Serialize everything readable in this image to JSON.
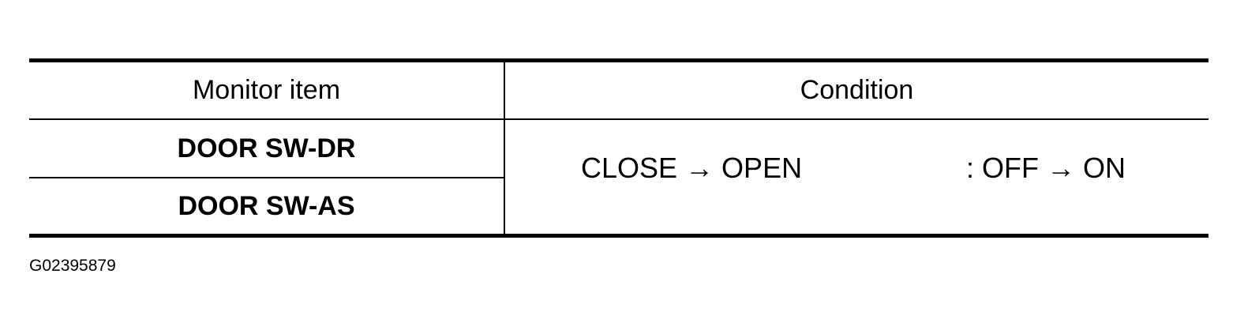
{
  "table": {
    "headers": {
      "monitor_item": "Monitor item",
      "condition": "Condition"
    },
    "rows": [
      {
        "monitor_item": "DOOR SW-DR"
      },
      {
        "monitor_item": "DOOR SW-AS"
      }
    ],
    "condition": {
      "change": "CLOSE → OPEN",
      "result": ": OFF → ON"
    }
  },
  "figure_id": "G02395879"
}
